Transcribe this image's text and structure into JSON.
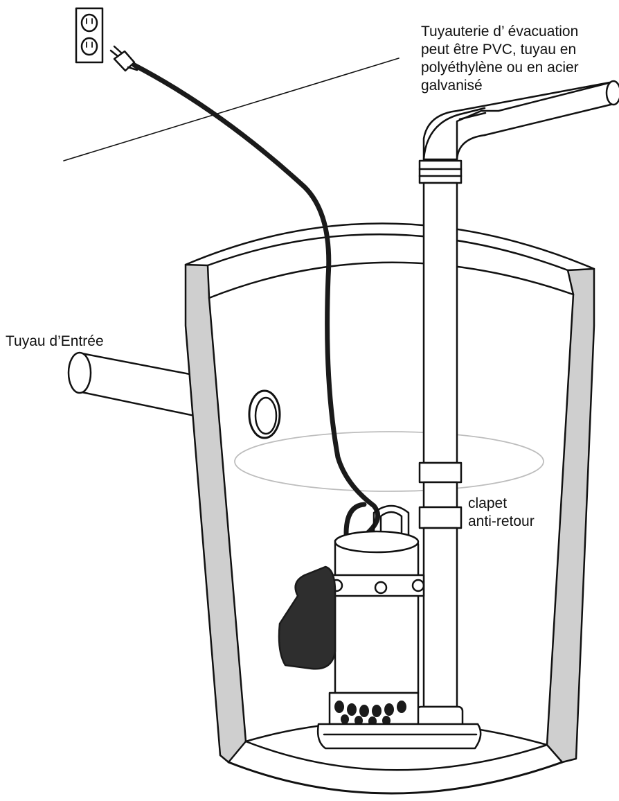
{
  "labels": {
    "discharge_piping": [
      "Tuyauterie d’ évacuation",
      "peut être PVC, tuyau en",
      "polyéthylène ou en acier",
      "galvanisé"
    ],
    "inlet_pipe": "Tuyau d’Entrée",
    "check_valve": [
      "clapet",
      "anti-retour"
    ]
  },
  "colors": {
    "line": "#111111",
    "basin_wall": "#cfcfcf",
    "cord": "#1a1a1a",
    "float": "#2e2e2e",
    "water_line": "#bdbdbd",
    "background": "#ffffff"
  },
  "icons": [
    "wall-outlet-icon",
    "plug-icon"
  ]
}
